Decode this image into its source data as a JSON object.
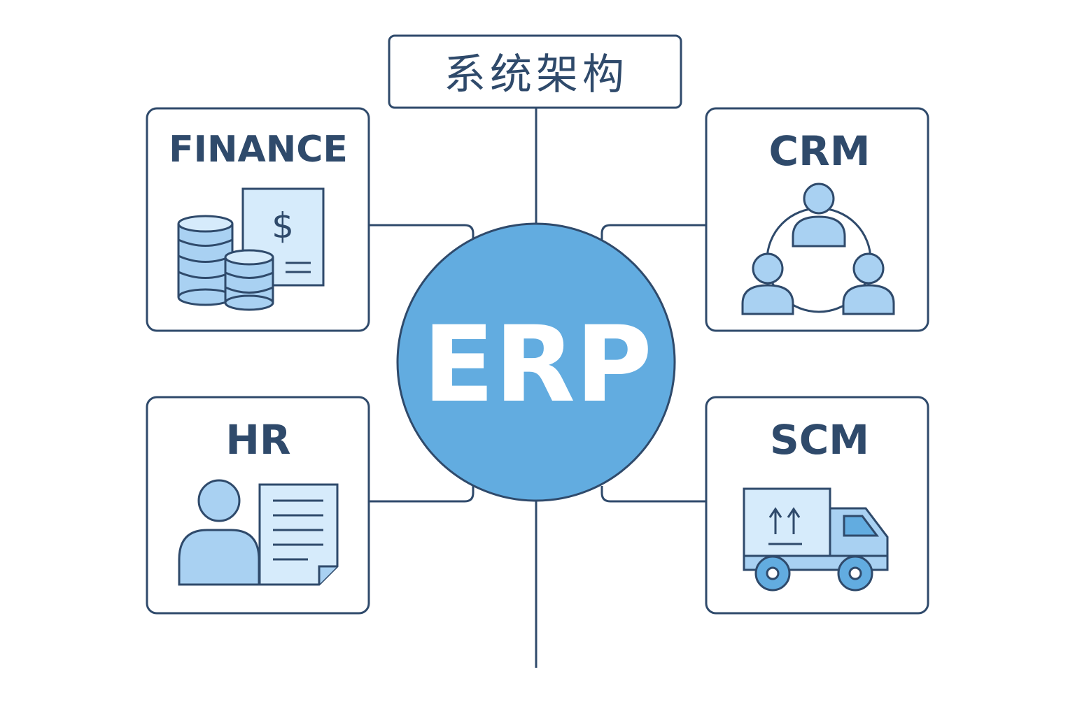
{
  "title": "系统架构",
  "center": {
    "label": "ERP"
  },
  "modules": {
    "finance": {
      "label": "FINANCE",
      "icon": "coins-invoice-icon"
    },
    "crm": {
      "label": "CRM",
      "icon": "customer-network-icon"
    },
    "hr": {
      "label": "HR",
      "icon": "employee-document-icon"
    },
    "scm": {
      "label": "SCM",
      "icon": "delivery-truck-icon"
    }
  },
  "colors": {
    "outline": "#2f4a6b",
    "center_fill": "#62ace0",
    "icon_fill": "#a9d1f2",
    "icon_fill_light": "#d6ebfb",
    "text": "#2f4a6b",
    "center_text": "#ffffff"
  }
}
